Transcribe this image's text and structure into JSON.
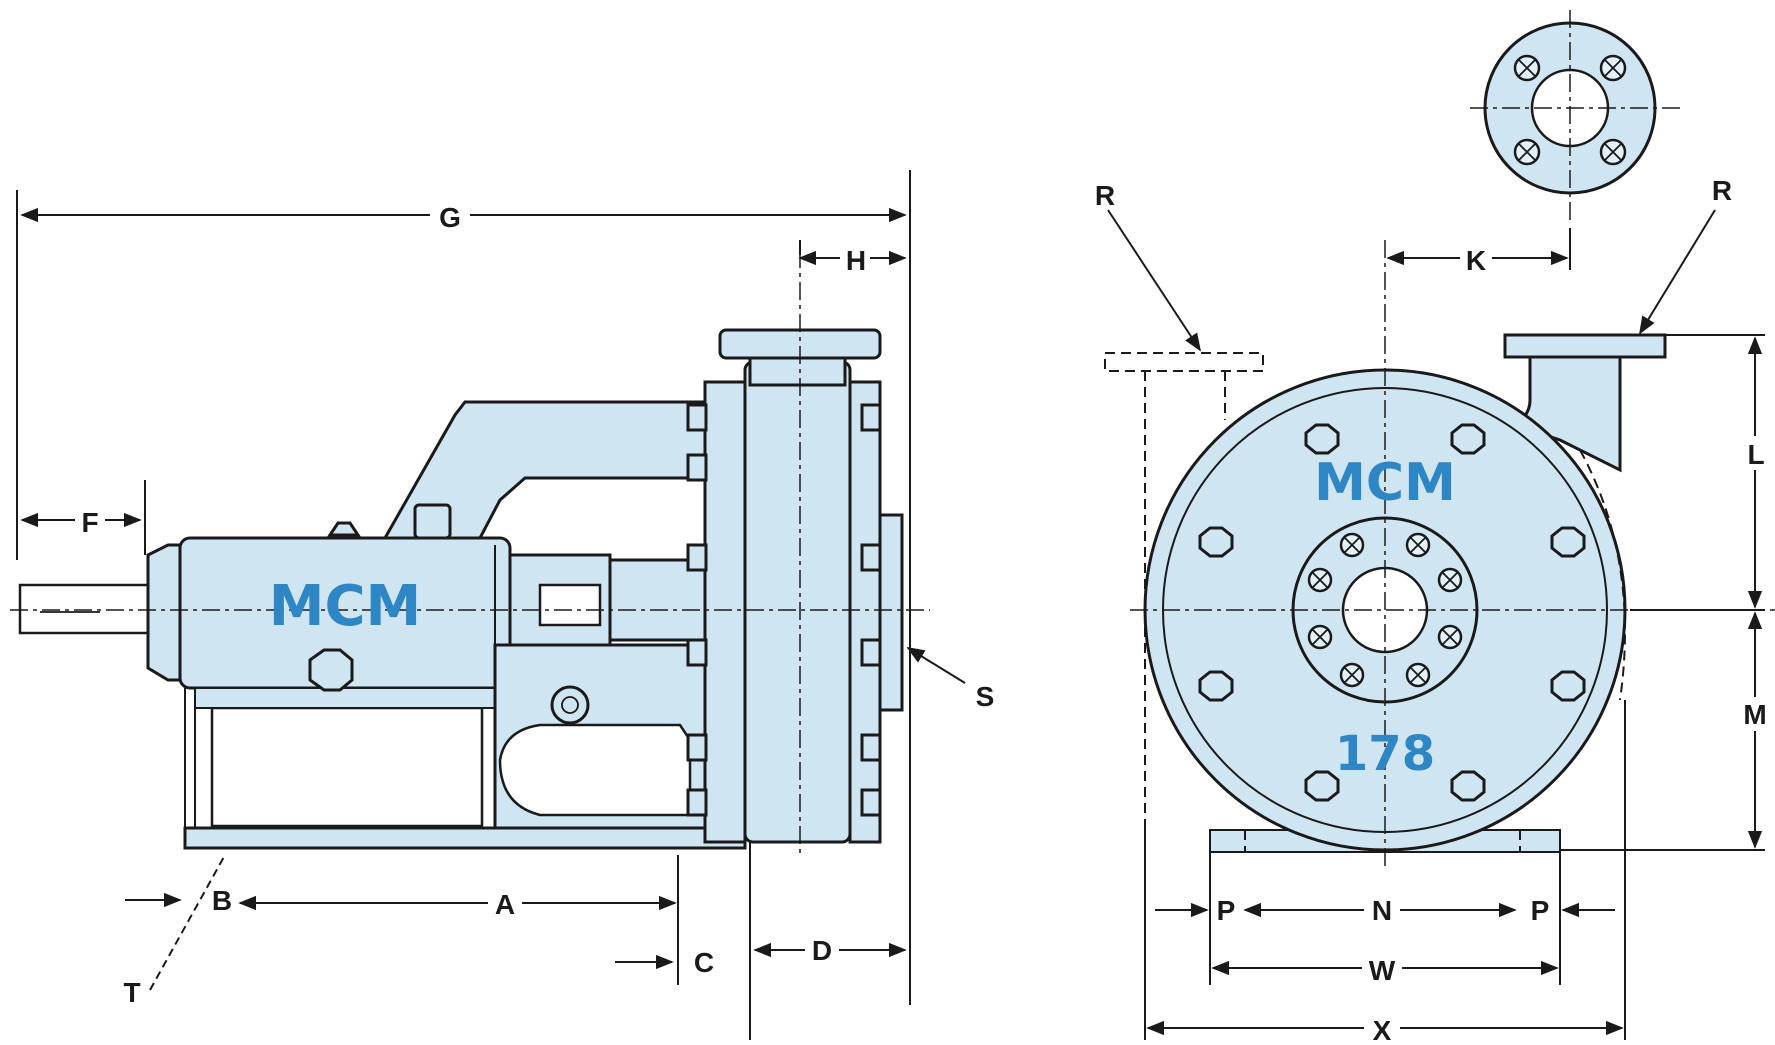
{
  "side_view": {
    "brand": "MCM",
    "dimensions": {
      "G": "G",
      "H": "H",
      "F": "F",
      "S": "S",
      "T": "T",
      "B": "B",
      "A": "A",
      "C": "C",
      "D": "D"
    }
  },
  "front_view": {
    "brand": "MCM",
    "model": "178",
    "dimensions": {
      "R_left": "R",
      "R_right": "R",
      "K": "K",
      "L": "L",
      "M": "M",
      "P_left": "P",
      "N": "N",
      "P_right": "P",
      "W": "W",
      "X": "X"
    }
  },
  "colors": {
    "body": "#cfe6f2",
    "brand": "#2f86c5",
    "line": "#1a1a1a"
  }
}
